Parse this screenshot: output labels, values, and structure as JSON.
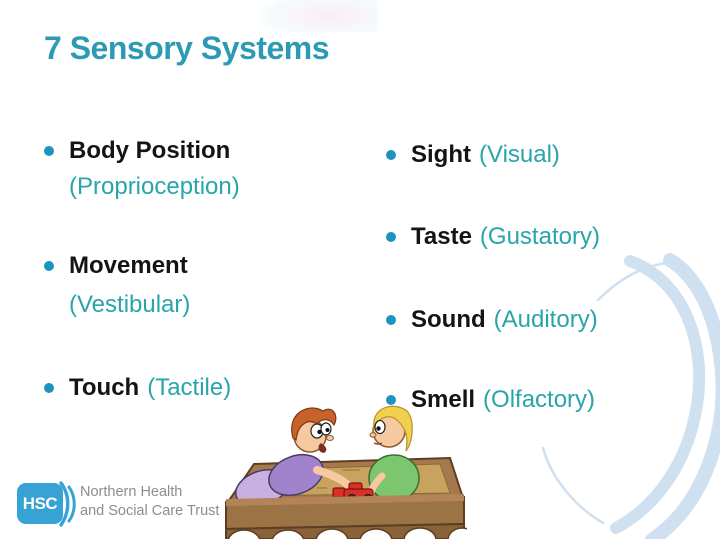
{
  "slide": {
    "title": "7 Sensory Systems",
    "left_items": [
      {
        "term": "Body Position",
        "system": "(Proprioception)"
      },
      {
        "term": "Movement",
        "system": "(Vestibular)"
      },
      {
        "term": "Touch",
        "system": "(Tactile)"
      }
    ],
    "right_items": [
      {
        "term": "Sight",
        "system": "(Visual)"
      },
      {
        "term": "Taste",
        "system": "(Gustatory)"
      },
      {
        "term": "Sound",
        "system": "(Auditory)"
      },
      {
        "term": "Smell",
        "system": "(Olfactory)"
      }
    ],
    "footer": {
      "logo_abbr": "HSC",
      "org_line1": "Northern Health",
      "org_line2": "and Social Care Trust"
    },
    "illustration": "two-children-playing-in-sandbox-with-toy-car",
    "colors": {
      "title": "#2c9ab4",
      "term": "#141414",
      "system": "#28a4ab",
      "bullet": "#1d94bd",
      "logo": "#36a3d4",
      "logo_text": "#8d8d8d",
      "swirl": "#cfe1f0"
    }
  }
}
